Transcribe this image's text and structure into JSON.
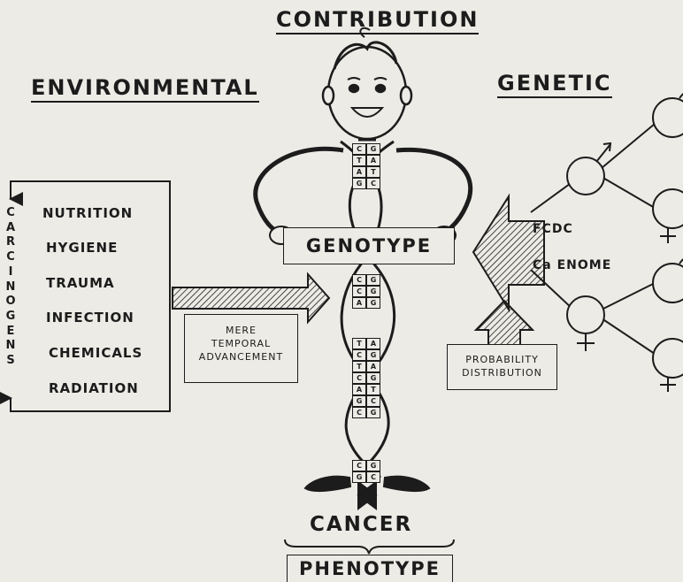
{
  "headings": {
    "top": "CONTRIBUTION",
    "left": "ENVIRONMENTAL",
    "right": "GENETIC"
  },
  "carcinogens_letters": [
    "C",
    "A",
    "R",
    "C",
    "I",
    "N",
    "O",
    "G",
    "E",
    "N",
    "S"
  ],
  "environmental_factors": [
    "NUTRITION",
    "HYGIENE",
    "TRAUMA",
    "INFECTION",
    "CHEMICALS",
    "RADIATION"
  ],
  "mere_box": [
    "MERE",
    "TEMPORAL",
    "ADVANCEMENT"
  ],
  "genotype_label": "GENOTYPE",
  "genetic_labels": {
    "fcdc": "FCDC",
    "ca_enome": "Ca ENOME"
  },
  "probability_box": [
    "PROBABILITY",
    "DISTRIBUTION"
  ],
  "bottom": {
    "cancer": "CANCER",
    "phenotype": "PHENOTYPE"
  },
  "base_pairs_top": [
    [
      "C",
      "G"
    ],
    [
      "T",
      "A"
    ],
    [
      "A",
      "T"
    ],
    [
      "G",
      "C"
    ]
  ],
  "base_pairs_mid": [
    [
      "C",
      "G"
    ],
    [
      "C",
      "G"
    ],
    [
      "A",
      "G"
    ]
  ],
  "base_pairs_low": [
    [
      "T",
      "A"
    ],
    [
      "C",
      "G"
    ],
    [
      "T",
      "A"
    ],
    [
      "C",
      "G"
    ],
    [
      "A",
      "T"
    ],
    [
      "G",
      "C"
    ],
    [
      "C",
      "G"
    ]
  ],
  "base_pairs_bottom": [
    [
      "C",
      "G"
    ],
    [
      "G",
      "C"
    ]
  ],
  "icon_colors": {
    "ink": "#1c1c1c",
    "paper": "#ecebe6"
  }
}
